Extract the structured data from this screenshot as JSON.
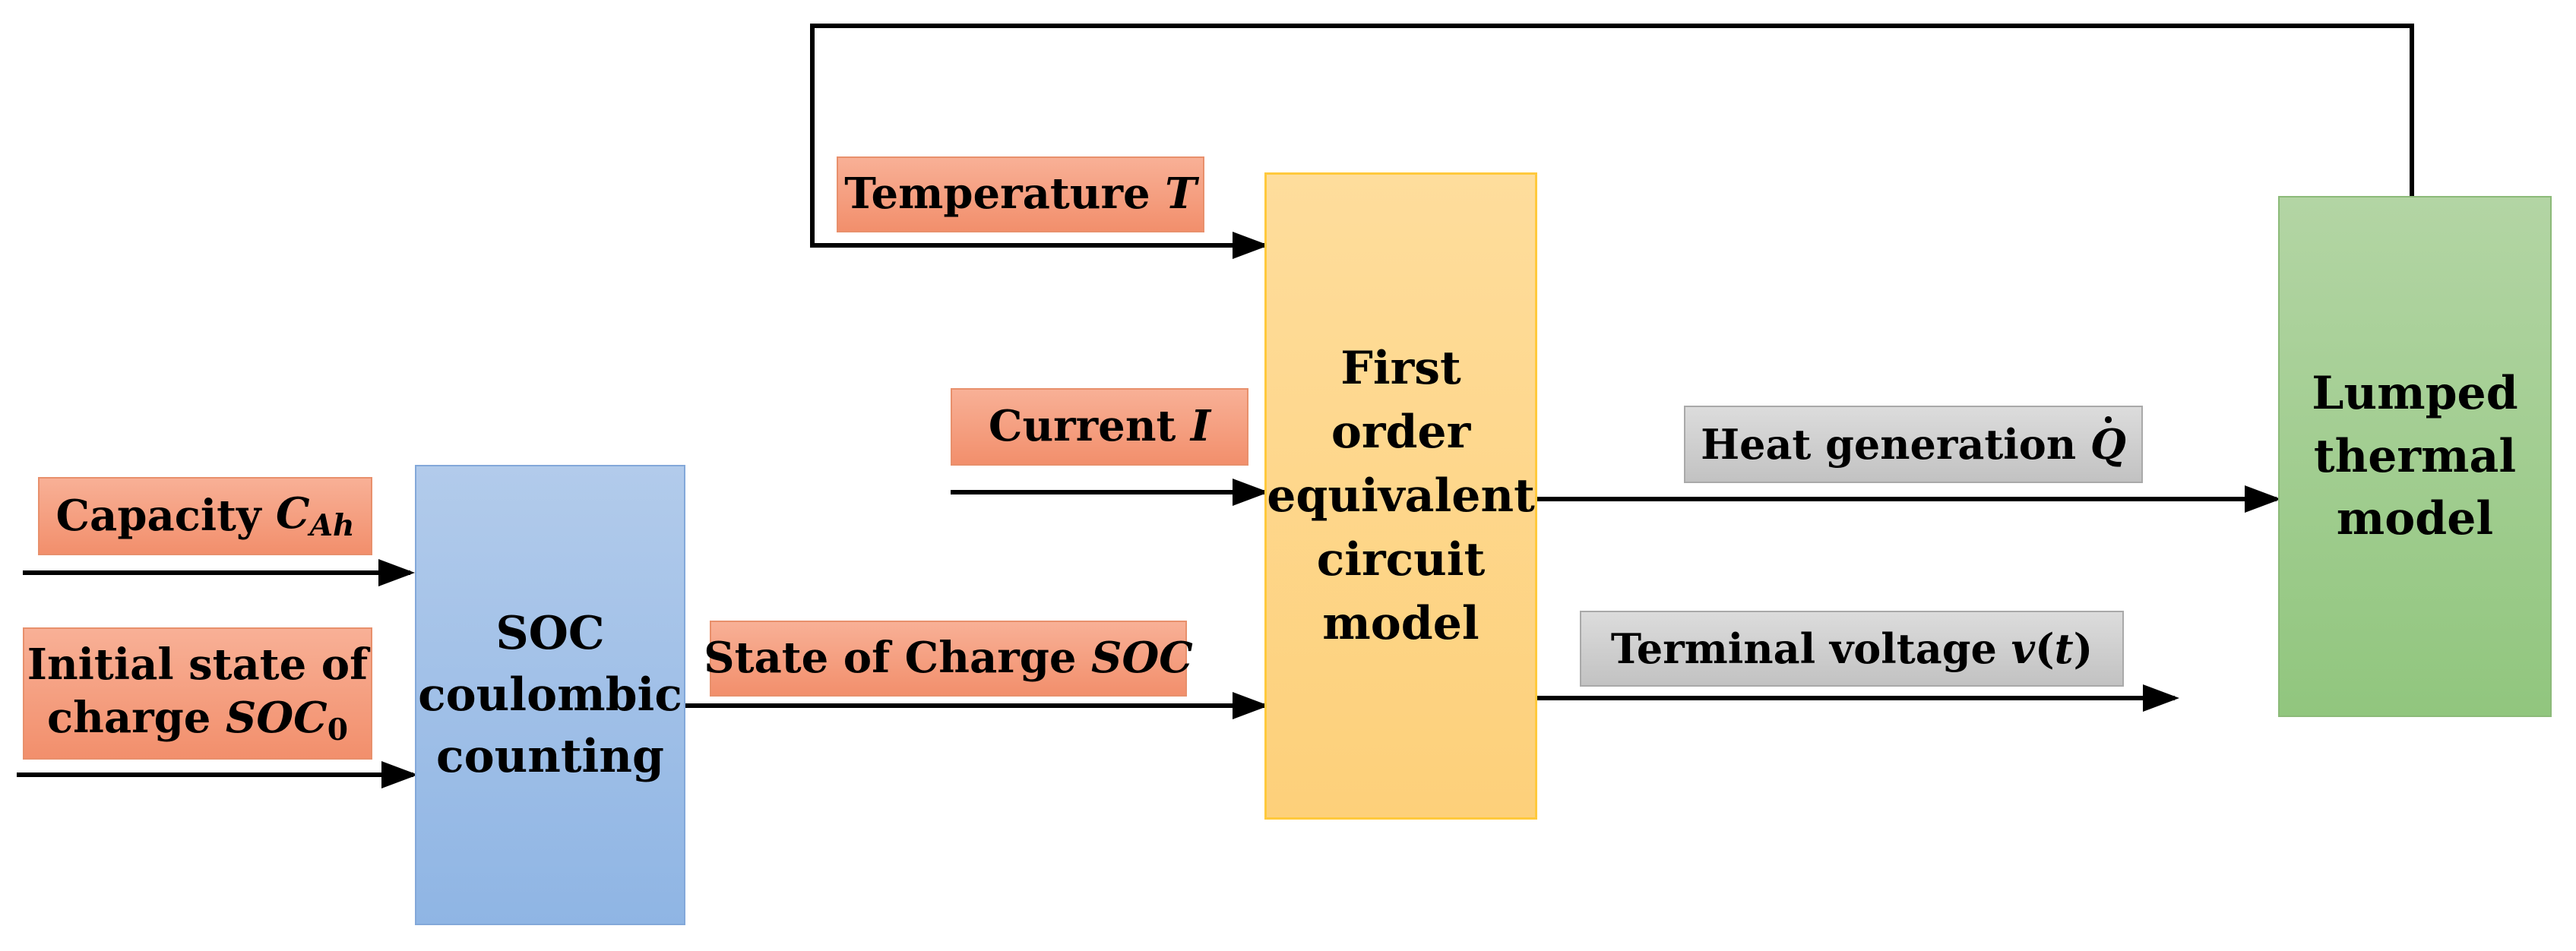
{
  "inputs": {
    "capacity": {
      "text": "Capacity",
      "symbol": "C",
      "subscript": "Ah"
    },
    "initial_soc": {
      "line1": "Initial state of",
      "line2_text": "charge",
      "symbol": "SOC",
      "subscript": "0"
    },
    "temperature": {
      "text": "Temperature",
      "symbol": "T"
    },
    "current": {
      "text": "Current",
      "symbol": "I"
    }
  },
  "signals": {
    "state_of_charge": {
      "text": "State of Charge",
      "symbol": "SOC"
    },
    "heat_generation": {
      "text": "Heat generation",
      "symbol": "Q"
    },
    "terminal_voltage": {
      "text": "Terminal voltage",
      "symbol": "v",
      "paren_open": "(",
      "arg": "t",
      "paren_close": ")"
    }
  },
  "blocks": {
    "soc_counting": {
      "lines": [
        "SOC",
        "coulombic",
        "counting"
      ]
    },
    "ecm": {
      "lines": [
        "First",
        "order",
        "equivalent",
        "circuit",
        "model"
      ]
    },
    "thermal": {
      "lines": [
        "Lumped",
        "thermal",
        "model"
      ]
    }
  },
  "colors": {
    "input_label_fill": "#f49a7a",
    "signal_label_fill": "#cfcfcf",
    "soc_block_fill": "#9ebfe7",
    "ecm_block_fill": "#fed689",
    "thermal_block_fill": "#a2cd90",
    "arrow": "#000000"
  }
}
